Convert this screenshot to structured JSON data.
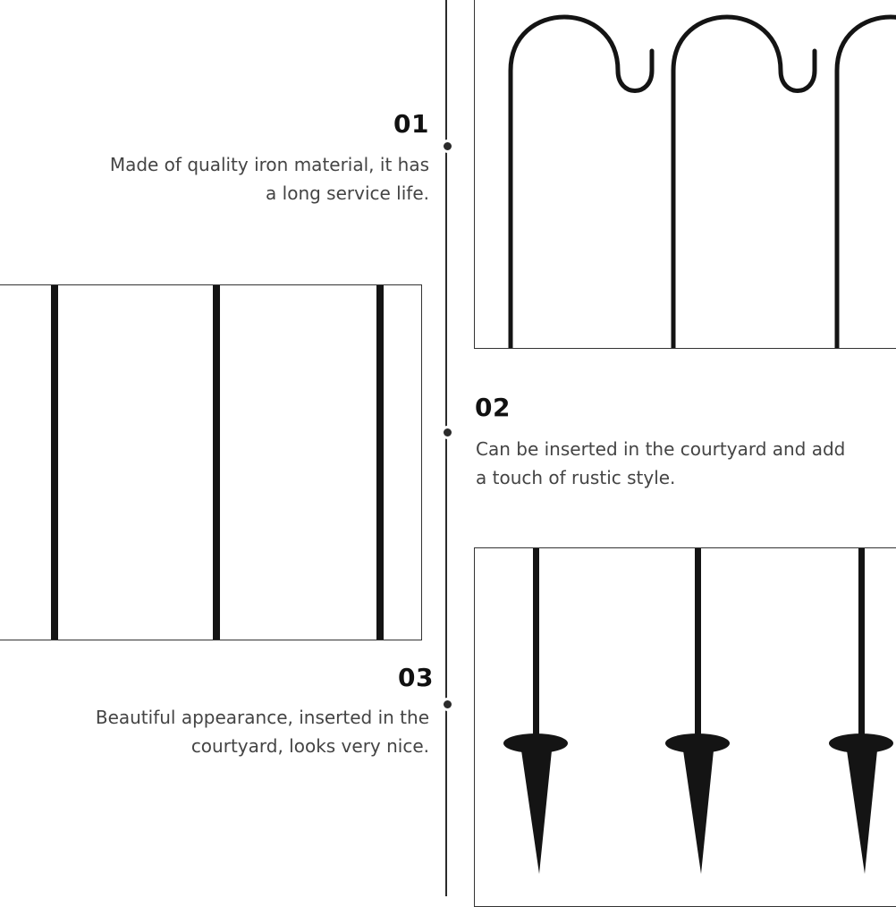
{
  "features": [
    {
      "number": "01",
      "text_line1": "Made of quality iron material, it has",
      "text_line2": "a long service life."
    },
    {
      "number": "02",
      "text_line1": "Can be inserted in the courtyard and add",
      "text_line2": "a touch of rustic style."
    },
    {
      "number": "03",
      "text_line1": "Beautiful appearance, inserted in the",
      "text_line2": "courtyard, looks very nice."
    }
  ],
  "colors": {
    "rod": "#141414",
    "line": "#2b2b2b",
    "text": "#444444",
    "number": "#111111"
  }
}
